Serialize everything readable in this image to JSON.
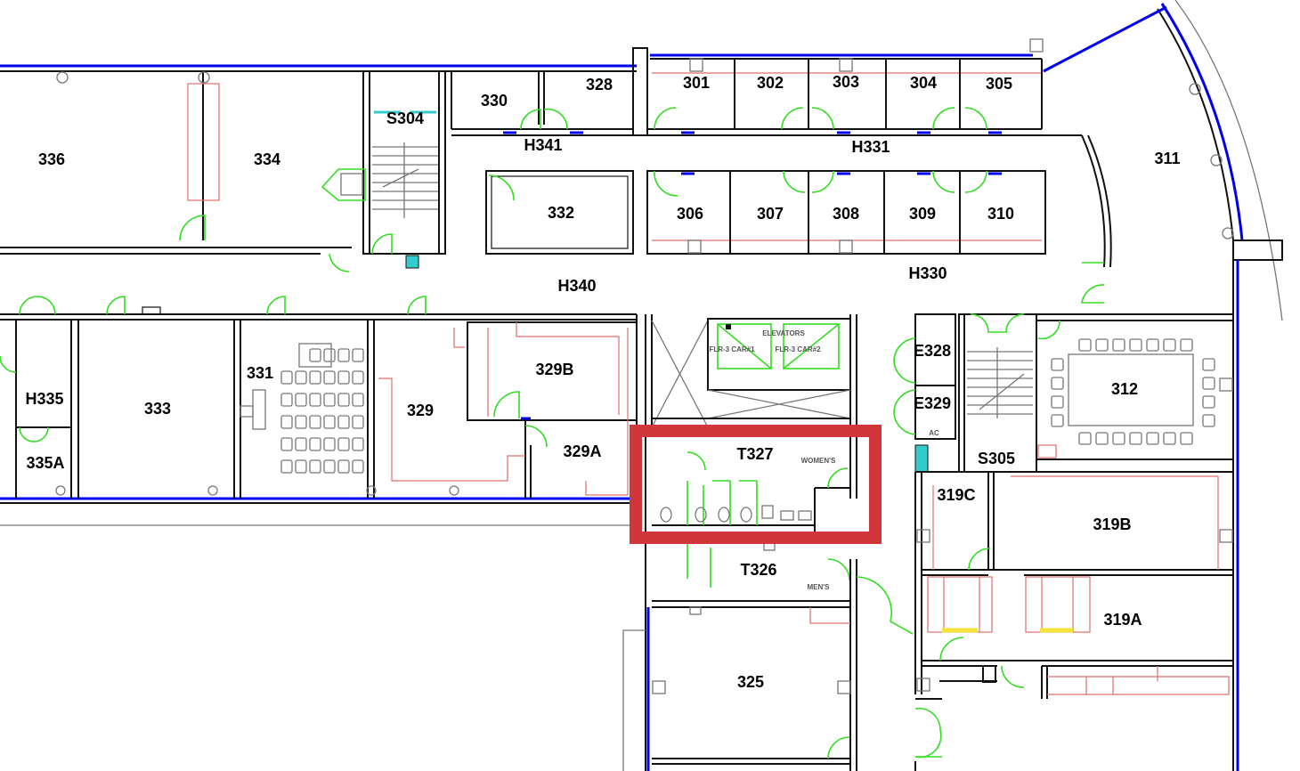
{
  "floor_plan": {
    "rooms": {
      "r336": "336",
      "r334": "334",
      "s304": "S304",
      "r330": "330",
      "r328": "328",
      "h341": "H341",
      "r301": "301",
      "r302": "302",
      "r303": "303",
      "r304": "304",
      "r305": "305",
      "h331": "H331",
      "r311": "311",
      "r332": "332",
      "r306": "306",
      "r307": "307",
      "r308": "308",
      "r309": "309",
      "r310": "310",
      "h340": "H340",
      "h330": "H330",
      "h335": "H335",
      "r333": "333",
      "r331": "331",
      "r329": "329",
      "r329b": "329B",
      "r329a": "329A",
      "r335a": "335A",
      "t327": "T327",
      "t326": "T326",
      "e328": "E328",
      "e329": "E329",
      "s305": "S305",
      "r312": "312",
      "r319c": "319C",
      "r319b": "319B",
      "r319a": "319A",
      "r325": "325"
    },
    "annotations": {
      "elevators": "ELEVATORS",
      "car1": "FLR-3 CAR#1",
      "car2": "FLR-3 CAR#2",
      "womens": "WOMEN'S",
      "mens": "MEN'S",
      "ac": "AC"
    },
    "colors": {
      "walls": "#111111",
      "windows": "#0000ee",
      "doors": "#33dd22",
      "furniture": "#e06f6f",
      "highlight": "#d0363a"
    },
    "highlighted_room": "T327"
  }
}
